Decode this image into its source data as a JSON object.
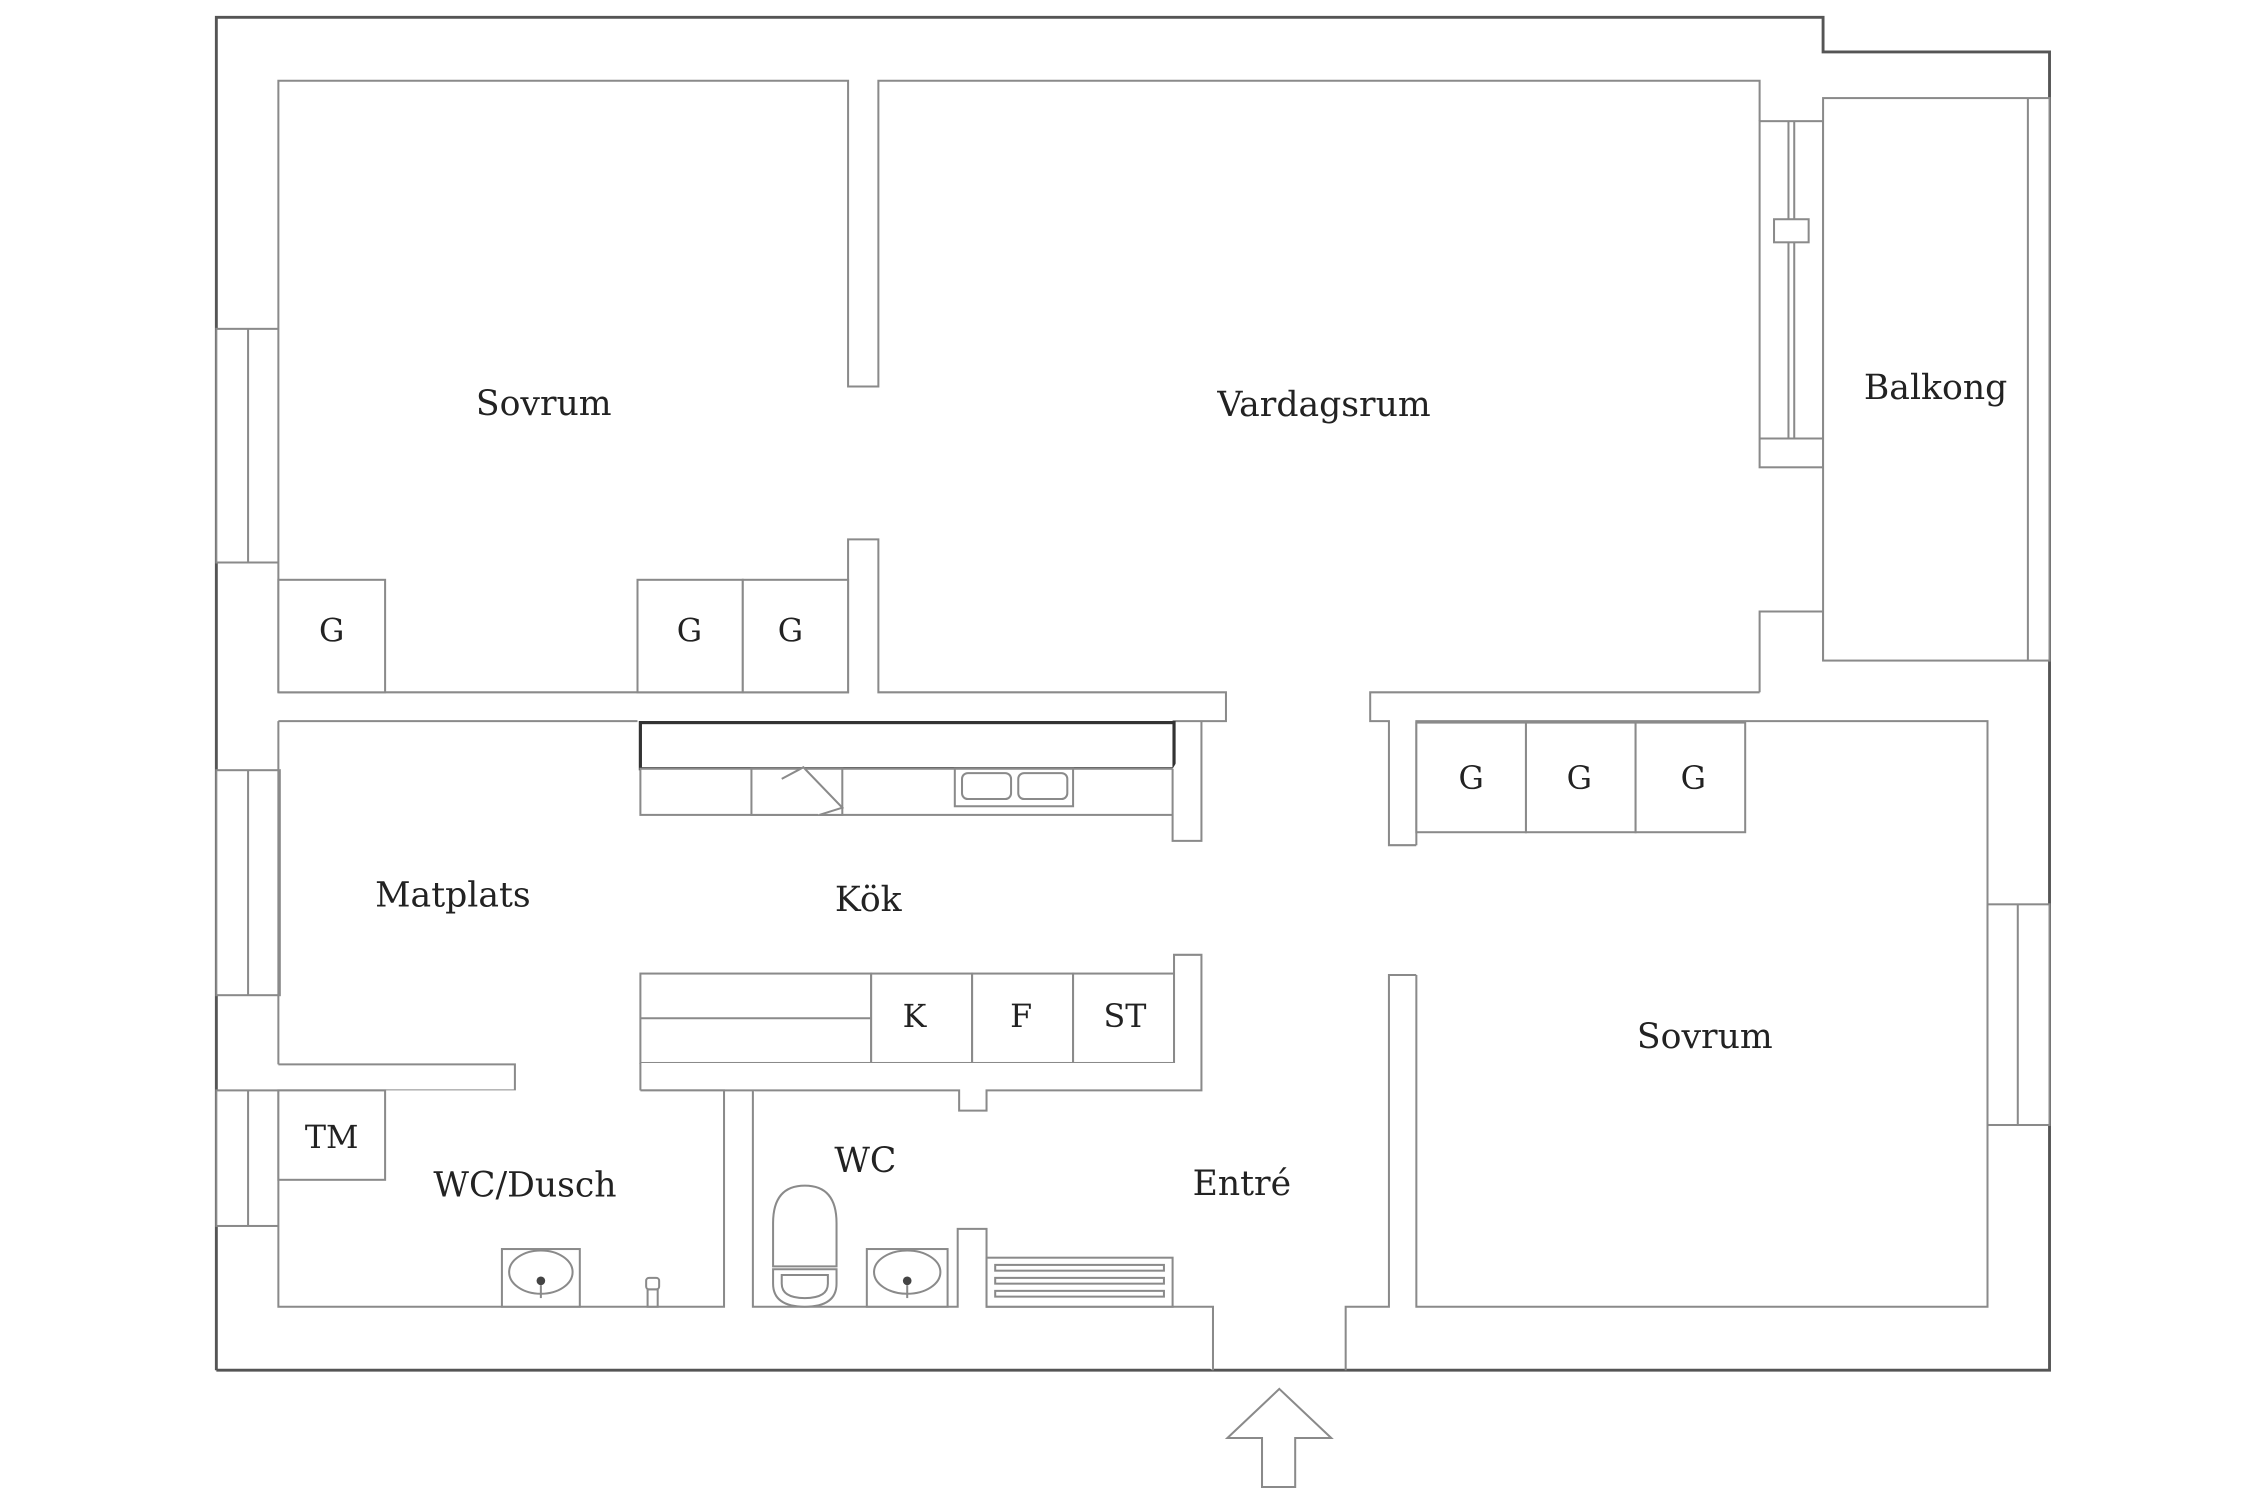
{
  "rooms": {
    "sovrum_top": "Sovrum",
    "vardagsrum": "Vardagsrum",
    "balkong": "Balkong",
    "matplats": "Matplats",
    "kok": "Kök",
    "sovrum_bottom": "Sovrum",
    "wc_dusch": "WC/Dusch",
    "wc": "WC",
    "entre": "Entré"
  },
  "closets": {
    "g": "G",
    "tm": "TM",
    "k": "K",
    "f": "F",
    "st": "ST"
  },
  "icons": {
    "entrance_arrow": "arrow-up-icon",
    "sink": "sink-icon",
    "toilet": "toilet-icon",
    "stove": "stove-icon",
    "radiator": "radiator-icon"
  }
}
